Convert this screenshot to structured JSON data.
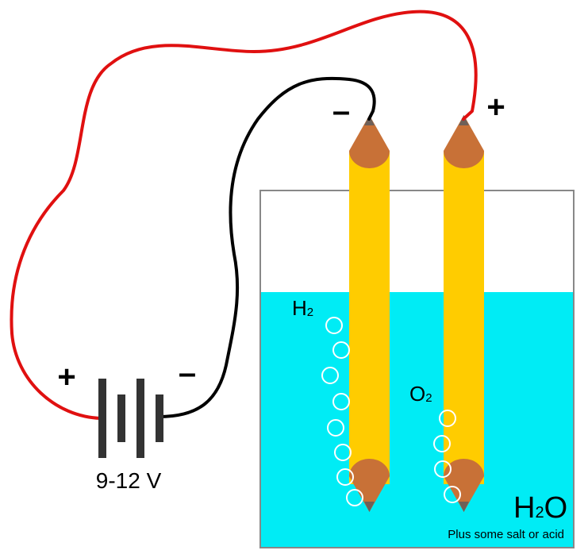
{
  "battery": {
    "plus_sign": "+",
    "minus_sign": "–",
    "voltage_label": "9-12 V"
  },
  "electrodes": {
    "cathode_sign": "–",
    "anode_sign": "+"
  },
  "gases": {
    "hydrogen": {
      "symbol": "H",
      "subscript": "2"
    },
    "oxygen": {
      "symbol": "O",
      "subscript": "2"
    }
  },
  "water": {
    "formula_h": "H",
    "formula_sub": "2",
    "formula_o": "O",
    "note": "Plus some salt or acid"
  },
  "colors": {
    "positive_wire": "#e01010",
    "negative_wire": "#000000",
    "water": "#00ecf5",
    "pencil_body": "#ffcc00",
    "pencil_wood": "#c87137",
    "graphite": "#6e6058",
    "container_border": "#888888"
  }
}
